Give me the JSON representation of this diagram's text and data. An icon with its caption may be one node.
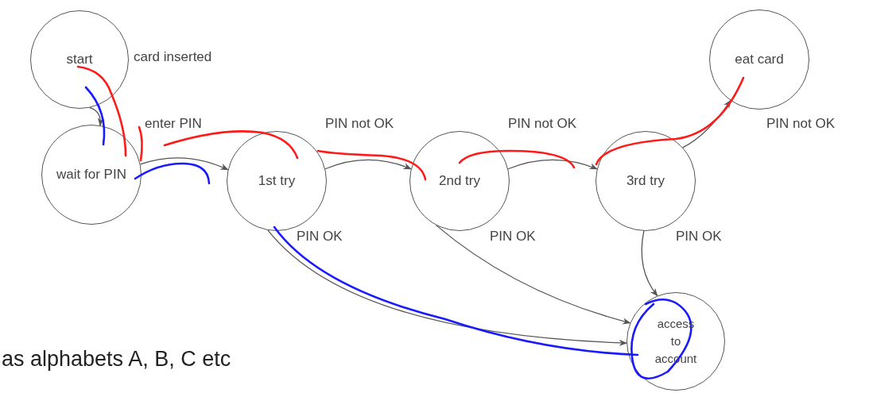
{
  "diagram": {
    "nodes": [
      {
        "text": [
          "start"
        ]
      },
      {
        "text": [
          "wait for PIN"
        ]
      },
      {
        "text": [
          "1st try"
        ]
      },
      {
        "text": [
          "2nd try"
        ]
      },
      {
        "text": [
          "3rd try"
        ]
      },
      {
        "text": [
          "eat card"
        ]
      },
      {
        "text": [
          "access to account"
        ]
      }
    ],
    "edges": [
      {
        "from": 0,
        "to": 1,
        "arrow": "to",
        "label": "card inserted"
      },
      {
        "from": 1,
        "to": 2,
        "arrow": "to",
        "label": "enter PIN"
      },
      {
        "from": 2,
        "to": 3,
        "arrow": "to",
        "label": "PIN not OK"
      },
      {
        "from": 3,
        "to": 4,
        "arrow": "to",
        "label": "PIN not OK"
      },
      {
        "from": 4,
        "to": 5,
        "arrow": "to",
        "label": "PIN not OK"
      },
      {
        "from": 2,
        "to": 6,
        "arrow": "to",
        "label": "PIN OK"
      },
      {
        "from": 3,
        "to": 6,
        "arrow": "to",
        "label": "PIN OK"
      },
      {
        "from": 4,
        "to": 6,
        "arrow": "to",
        "label": "PIN OK"
      }
    ],
    "labels": [
      "as alphabets A, B, C etc"
    ]
  }
}
